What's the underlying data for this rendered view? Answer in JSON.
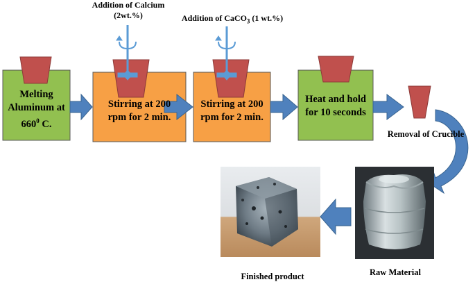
{
  "steps": [
    {
      "line1": "Melting",
      "line2": "Aluminum  at",
      "line3_main": "660",
      "line3_sup": "0",
      "line3_tail": " C.",
      "color": "#92c050"
    },
    {
      "line1": "Stirring  at 200",
      "line2": "rpm  for 2 min.",
      "color": "#f7a045"
    },
    {
      "line1": "Stirring  at 200",
      "line2": "rpm  for 2 min.",
      "color": "#f7a045"
    },
    {
      "line1": "Heat and hold",
      "line2": "for 10 seconds",
      "color": "#92c050"
    }
  ],
  "additions": {
    "calcium_line1": "Addition of Calcium",
    "calcium_line2": "(2wt.%)",
    "caco3_pre": "Addition of CaCO",
    "caco3_sub": "3",
    "caco3_post": " (1 wt.%)"
  },
  "labels": {
    "removal": "Removal of Crucible",
    "raw": "Raw Material",
    "finished": "Finished product"
  },
  "colors": {
    "crucible": "#c0504d",
    "arrow": "#4f81bd",
    "stirrer": "#5b9bd5",
    "box_border": "#595959"
  }
}
